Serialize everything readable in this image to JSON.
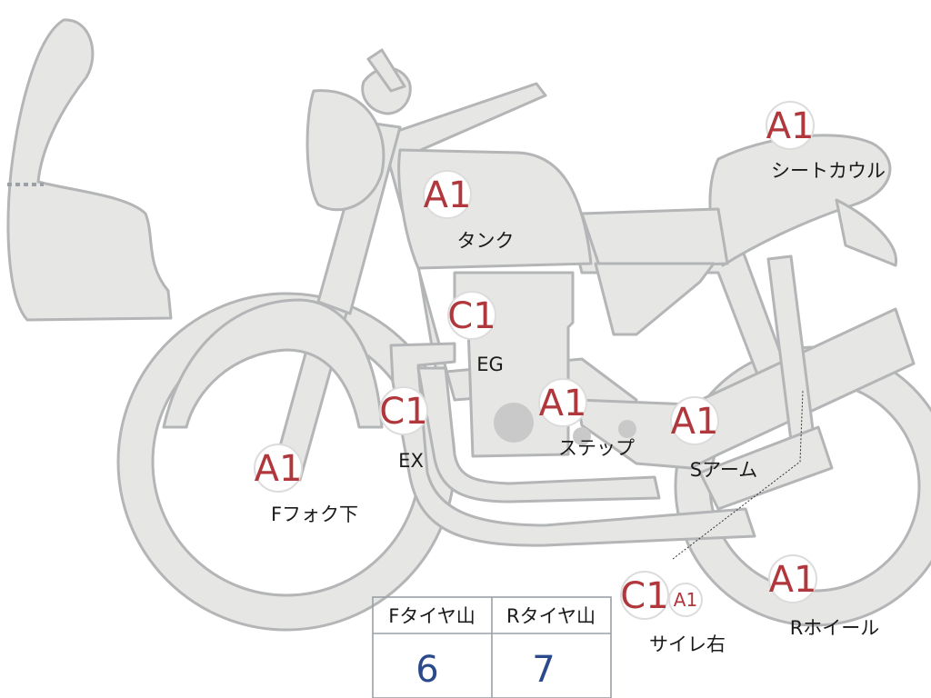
{
  "markers": [
    {
      "id": "tank",
      "grade": "A1",
      "label": "タンク"
    },
    {
      "id": "seat-cowl",
      "grade": "A1",
      "label": "シートカウル"
    },
    {
      "id": "engine",
      "grade": "C1",
      "label": "EG"
    },
    {
      "id": "exhaust",
      "grade": "C1",
      "label": "EX"
    },
    {
      "id": "step",
      "grade": "A1",
      "label": "ステップ"
    },
    {
      "id": "swing-arm",
      "grade": "A1",
      "label": "Sアーム"
    },
    {
      "id": "front-fork",
      "grade": "A1",
      "label": "Fフォク下"
    },
    {
      "id": "rear-wheel",
      "grade": "A1",
      "label": "Rホイール"
    },
    {
      "id": "muffler-right",
      "grade": "C1",
      "grade2": "A1",
      "label": "サイレ右"
    }
  ],
  "tread_table": {
    "headers": [
      "Fタイヤ山",
      "Rタイヤ山"
    ],
    "values": [
      "6",
      "7"
    ]
  }
}
